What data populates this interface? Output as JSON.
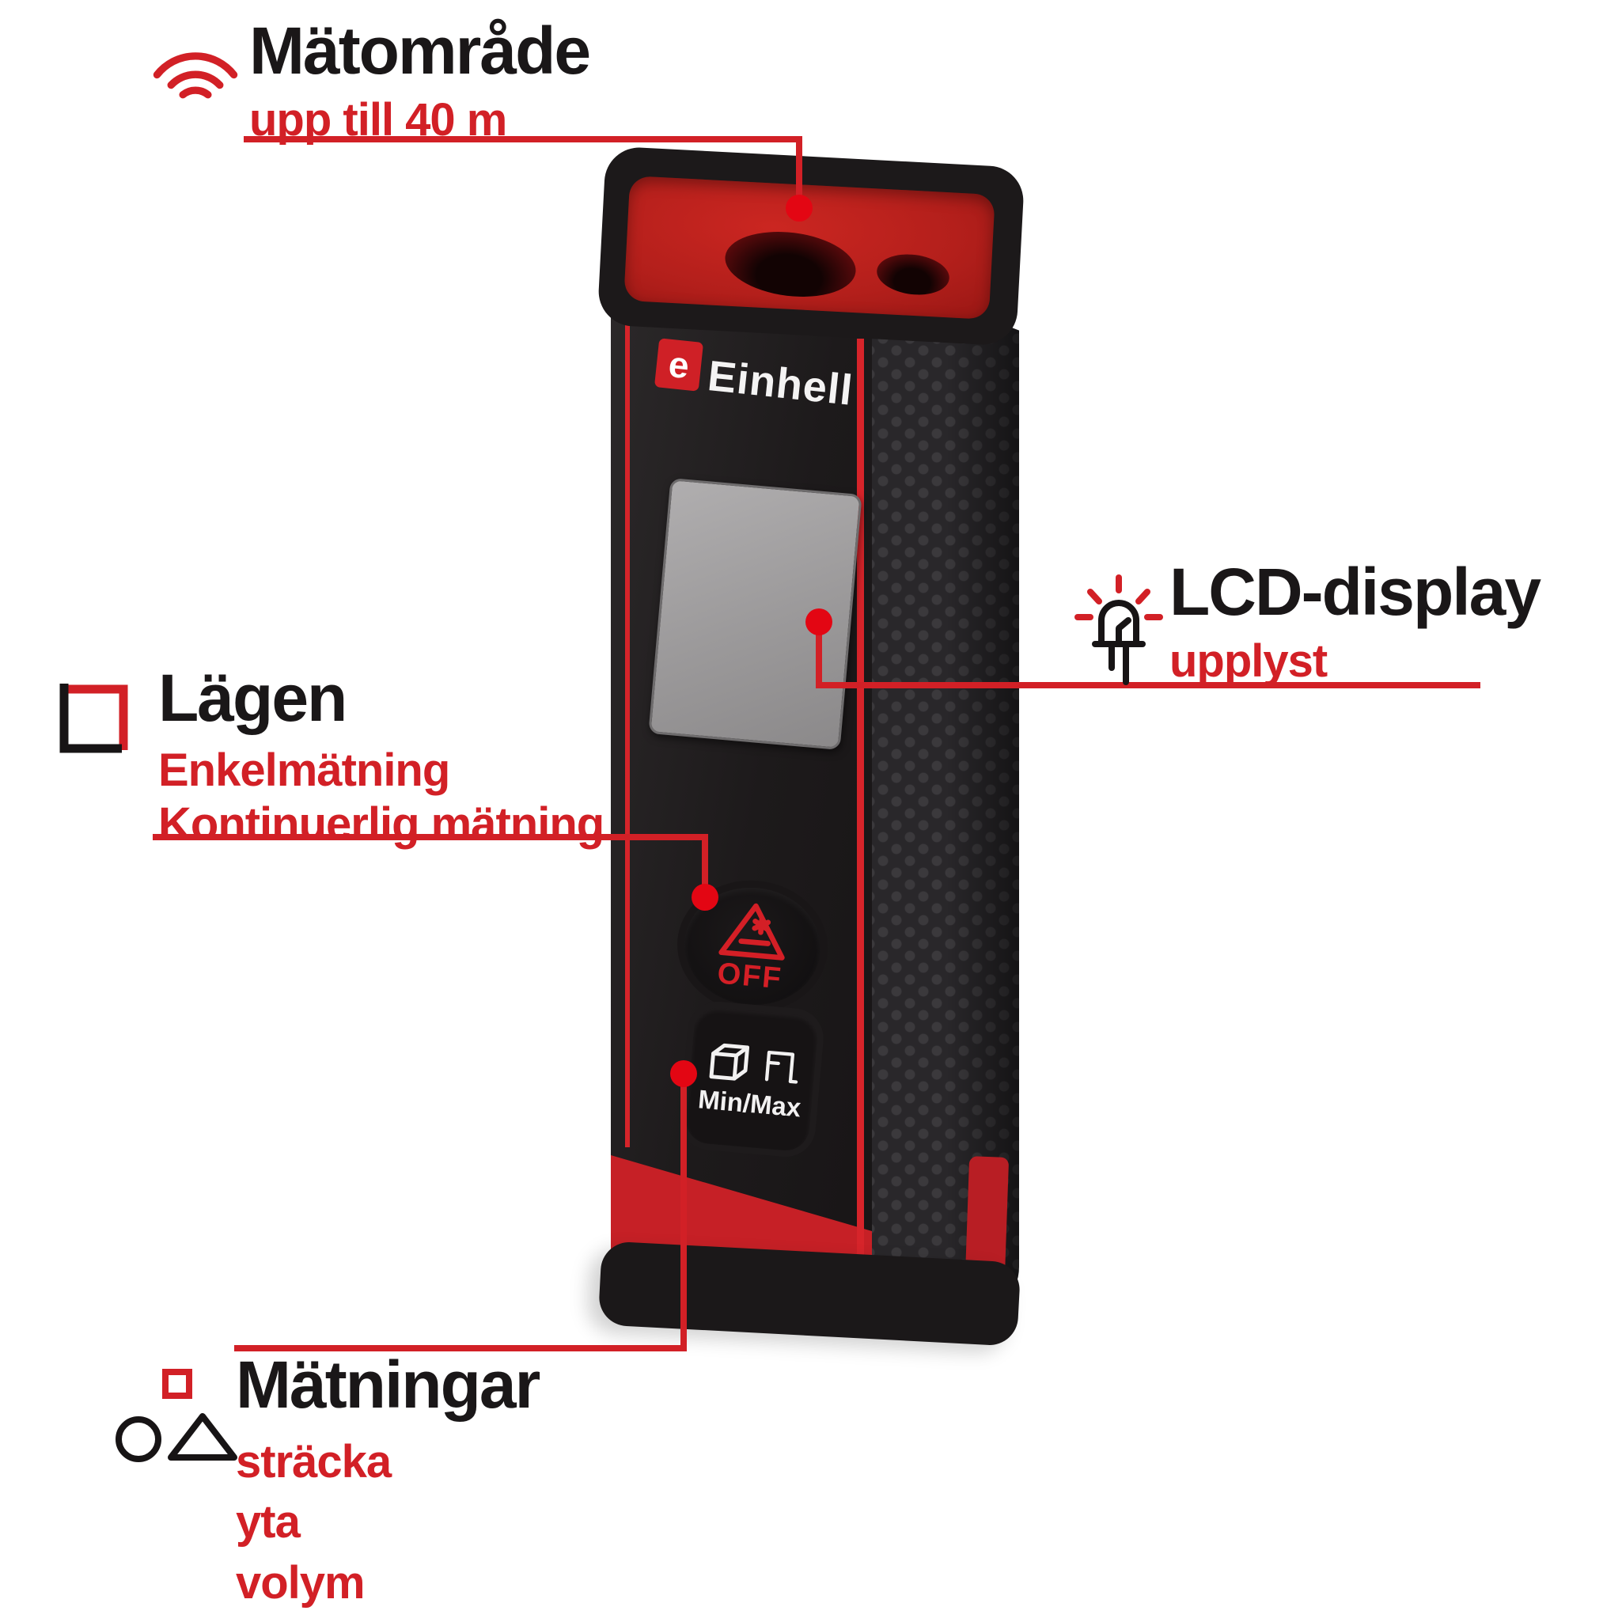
{
  "colors": {
    "accent_red": "#d22026",
    "text_black": "#1a1718",
    "foam_red": "#b31f1b",
    "band_red": "#c62026",
    "device_black": "#1d1a1b"
  },
  "annotations": {
    "range": {
      "icon": "signal-arcs-icon",
      "title": "Mätområde",
      "subtitle": "upp till 40 m"
    },
    "display": {
      "icon": "led-icon",
      "title": "LCD-display",
      "subtitle": "upplyst"
    },
    "modes": {
      "icon": "square-outline-icon",
      "title": "Lägen",
      "lines": [
        "Enkelmätning",
        "Kontinuerlig mätning"
      ]
    },
    "measurements": {
      "icons": [
        "small-square-outline-icon",
        "circle-outline-icon",
        "triangle-outline-icon"
      ],
      "title": "Mätningar",
      "lines": [
        "sträcka",
        "yta",
        "volym"
      ]
    }
  },
  "device": {
    "brand": "Einhell",
    "logo_letter": "e",
    "off_button_label": "OFF",
    "minmax_button_label": "Min/Max"
  }
}
